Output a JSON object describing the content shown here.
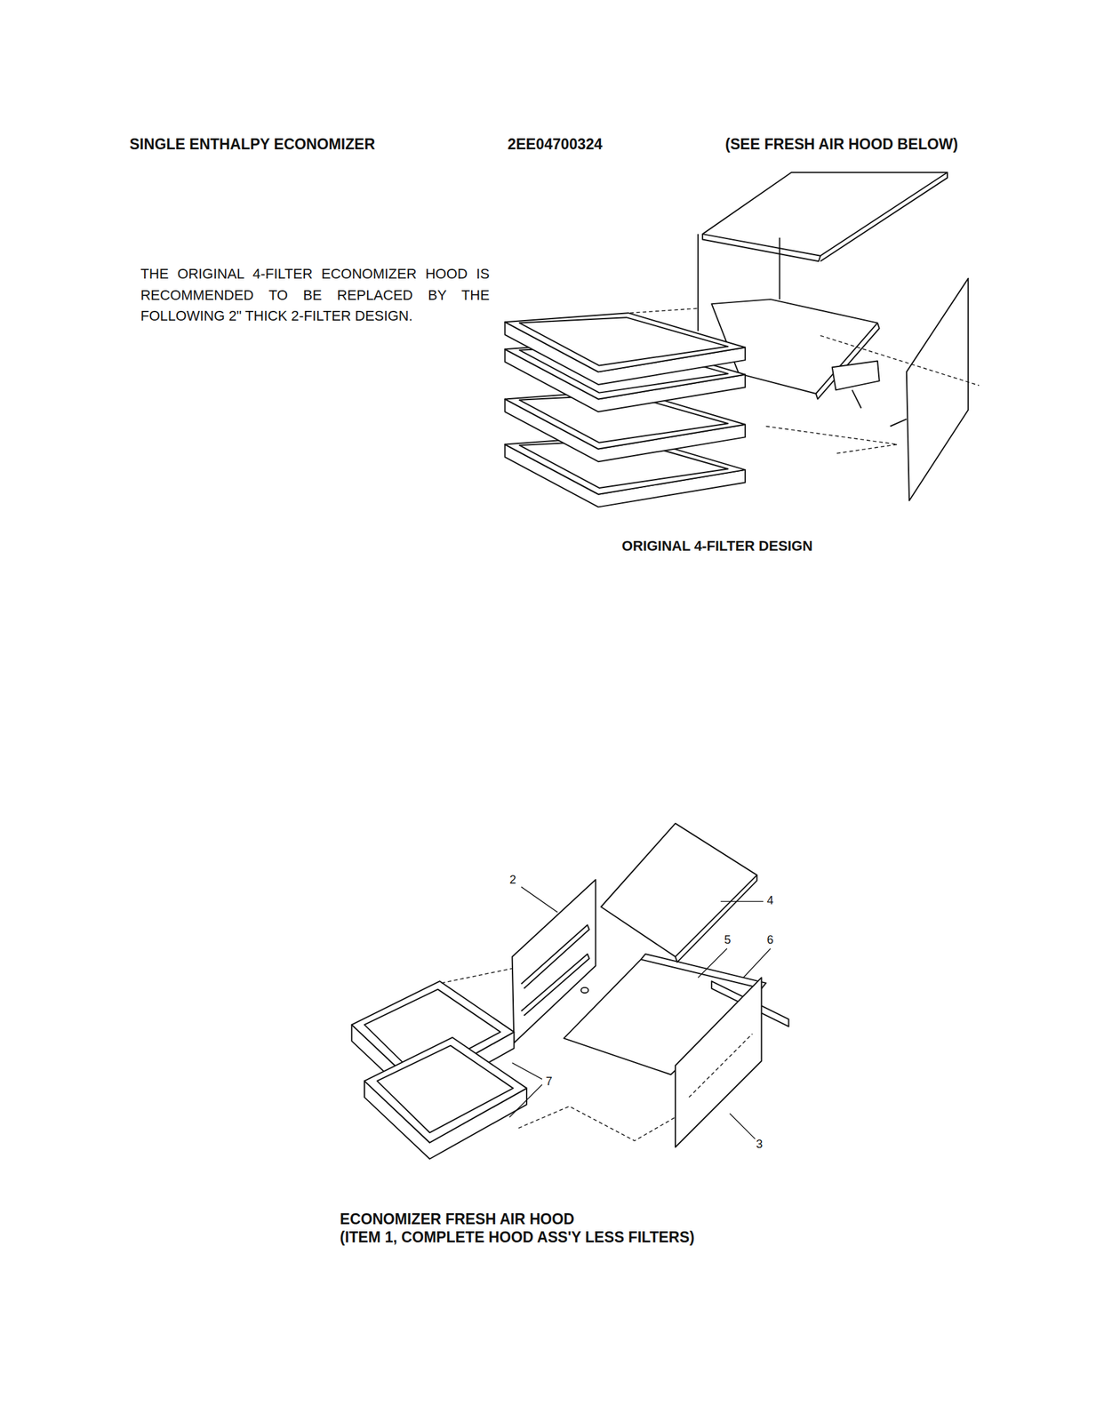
{
  "diagram": {
    "title": "SINGLE ENTHALPY ECONOMIZER",
    "caption": "ECONOMIZER FRESH AIR HOOD",
    "labels": [
      "2EE04700324",
      "(SEE FRESH AIR HOOD BELOW)",
      "THE ORIGINAL 4-FILTER ECONOMIZER HOOD IS RECOMMENDED TO BE REPLACED BY THE FOLLOWING 2\" THICK 2-FILTER DESIGN.",
      "ORIGINAL 4-FILTER DESIGN",
      "2",
      "4",
      "5",
      "6",
      "7",
      "3",
      "(ITEM 1, COMPLETE HOOD ASS'Y LESS FILTERS)"
    ]
  }
}
